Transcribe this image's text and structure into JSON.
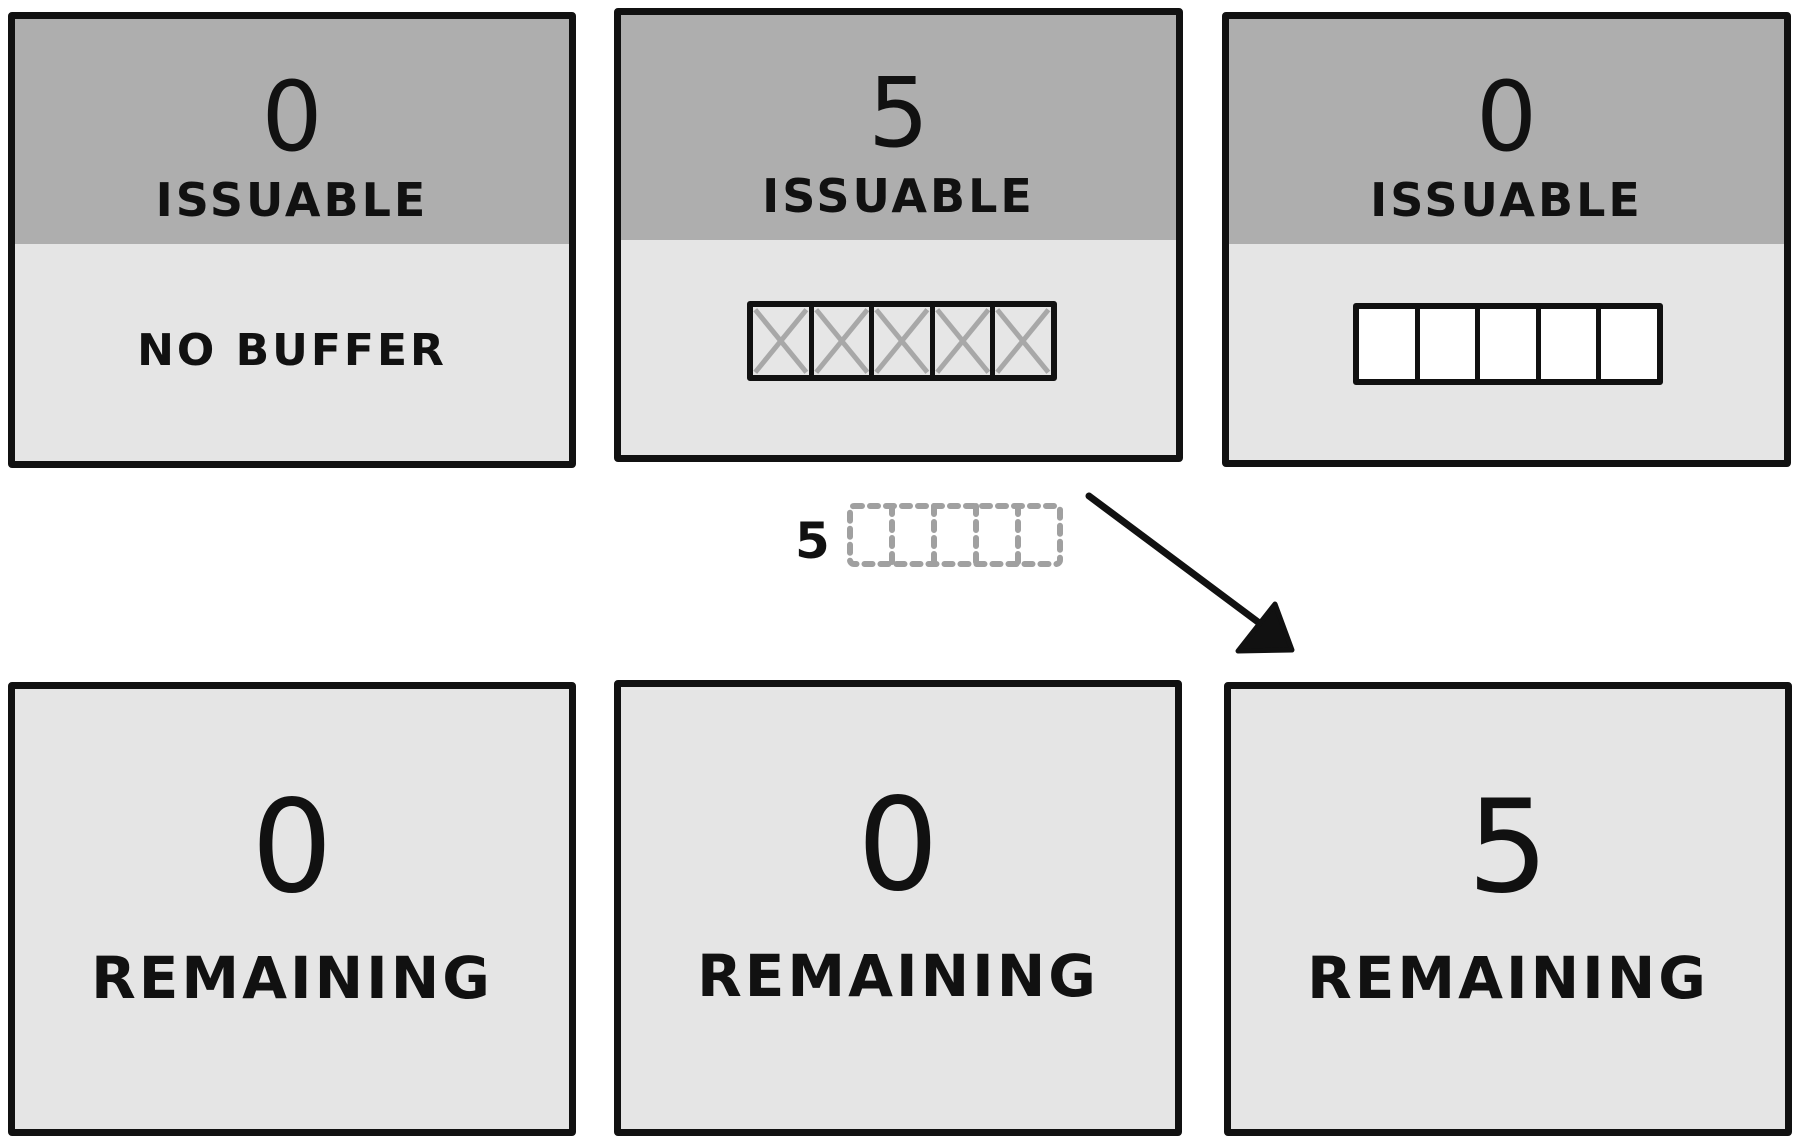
{
  "issuable": [
    {
      "count": "0",
      "label": "ISSUABLE",
      "status": "NO BUFFER",
      "buffer_slots": 0,
      "buffer_used": 0
    },
    {
      "count": "5",
      "label": "ISSUABLE",
      "buffer_slots": 5,
      "buffer_used": 5
    },
    {
      "count": "0",
      "label": "ISSUABLE",
      "buffer_slots": 5,
      "buffer_used": 0
    }
  ],
  "remaining": [
    {
      "count": "0",
      "label": "REMAINING"
    },
    {
      "count": "0",
      "label": "REMAINING"
    },
    {
      "count": "5",
      "label": "REMAINING"
    }
  ],
  "transfer": {
    "count": "5",
    "slots": 5
  },
  "colors": {
    "outline": "#111111",
    "header_fill": "#aeaeae",
    "panel_fill": "#e5e5e5",
    "used_mark": "#a8a8a8",
    "dashed": "#a0a0a0"
  }
}
